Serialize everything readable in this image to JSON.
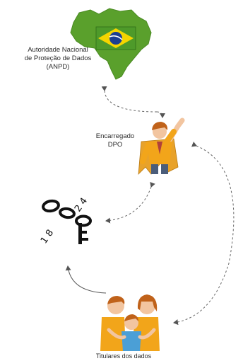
{
  "nodes": {
    "anpd": {
      "label_lines": [
        "Autoridade Nacional",
        "de Proteção de Dados",
        "(ANPD)"
      ]
    },
    "dpo": {
      "label_lines": [
        "Encarregado",
        "DPO"
      ]
    },
    "titulares": {
      "label": "Titulares dos dados"
    },
    "key": {
      "digits_left": "1 8",
      "digits_right": "2 4"
    }
  },
  "colors": {
    "brazil_green": "#5aa02c",
    "flag_yellow": "#f5d500",
    "flag_blue": "#1b3f91",
    "shirt_yellow": "#f2a51a",
    "cape_gold": "#e8a22a",
    "skin": "#f2c5a0",
    "hair_brown": "#c0621a",
    "arrow_gray": "#666666",
    "key_black": "#111111"
  },
  "icons": [
    "brazil-map-icon",
    "superhero-dpo-icon",
    "key-chain-icon",
    "family-icon"
  ]
}
